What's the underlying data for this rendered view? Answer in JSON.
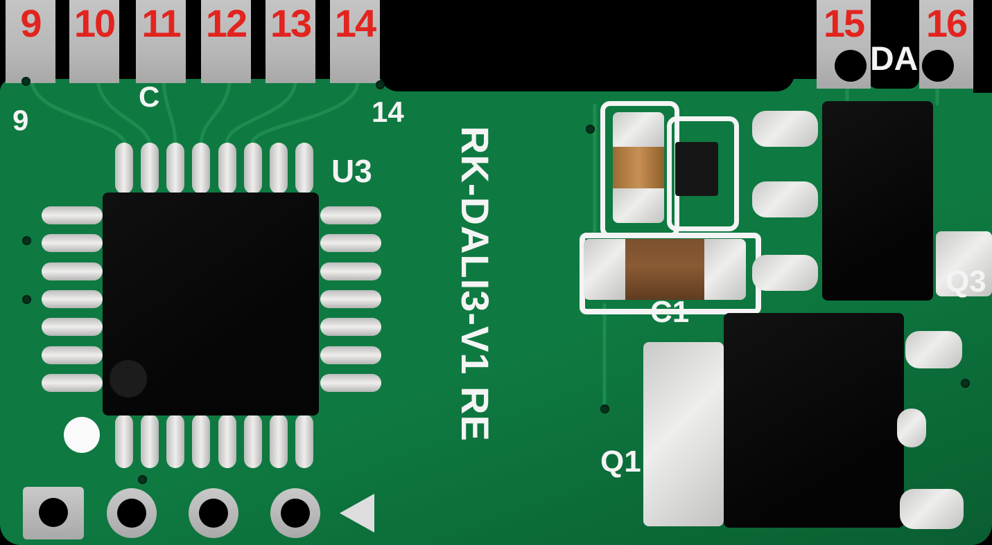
{
  "colors": {
    "board": "#0e7a41",
    "board_dark": "#0a5e31",
    "pad": "#b8b8b8",
    "silver": "#d9d9d9",
    "chip": "#0a0a0a",
    "red": "#e2241f",
    "white": "#f4f4f4",
    "trace": "#1f8f52"
  },
  "annotations": {
    "pin_numbers_top": [
      "9",
      "10",
      "11",
      "12",
      "13",
      "14"
    ],
    "pin_numbers_right": [
      "15",
      "16"
    ]
  },
  "silkscreen": {
    "da": "DA",
    "c_label": "C",
    "pin9": "9",
    "pin14": "14",
    "u3": "U3",
    "board_name": "RK-DALI3-V1 RE",
    "c1": "C1",
    "q1": "Q1",
    "q3": "Q3"
  }
}
